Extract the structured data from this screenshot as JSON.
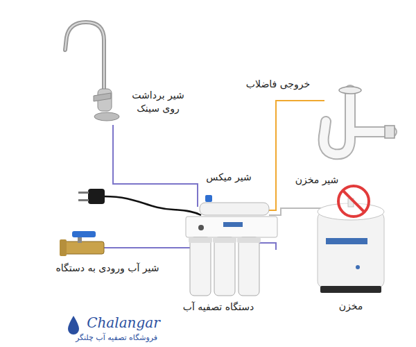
{
  "diagram": {
    "labels": [
      "شیر برداشت روی سینک",
      "خروجی فاضلاب",
      "شیر میکس",
      "شیر مخزن",
      "شیر آب ورودی به دستگاه",
      "دستگاه تصفیه آب",
      "مخزن",
      "Chalangar",
      "فروشگاه تصفیه آب چلنگر"
    ]
  }
}
